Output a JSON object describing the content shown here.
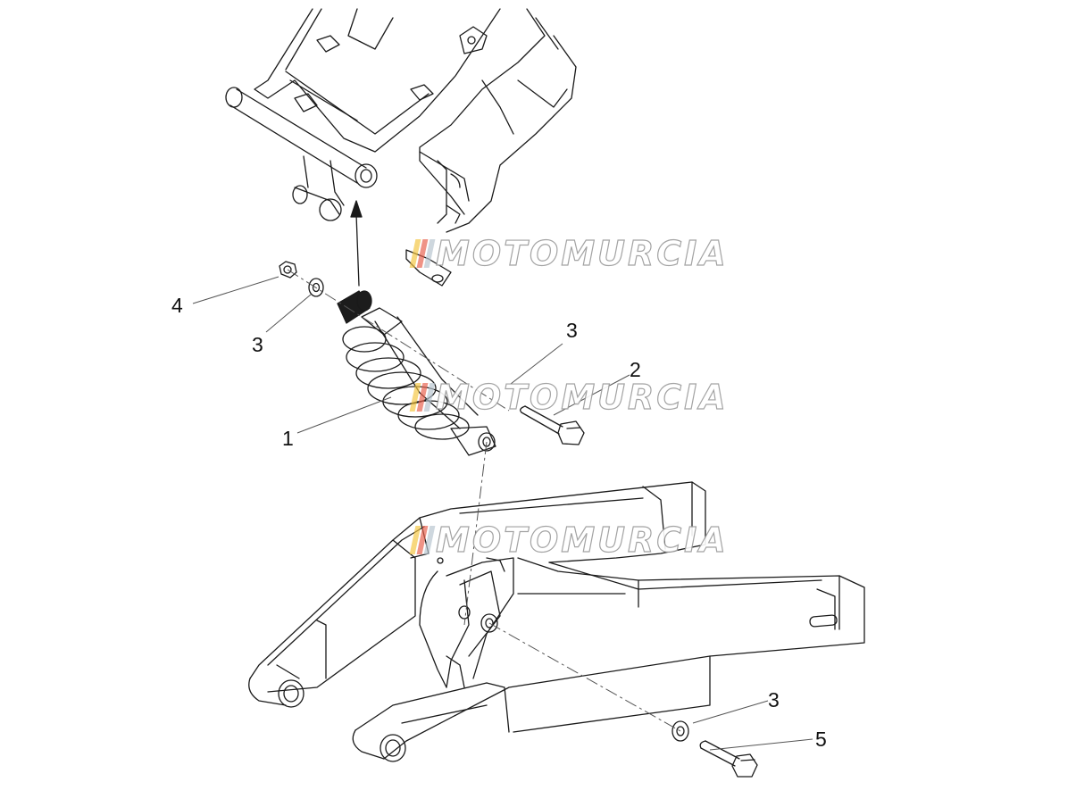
{
  "diagram": {
    "callouts": [
      {
        "id": "c1",
        "label": "1"
      },
      {
        "id": "c2",
        "label": "2"
      },
      {
        "id": "c3a",
        "label": "3"
      },
      {
        "id": "c3b",
        "label": "3"
      },
      {
        "id": "c3c",
        "label": "3"
      },
      {
        "id": "c4",
        "label": "4"
      },
      {
        "id": "c5",
        "label": "5"
      }
    ],
    "watermark": {
      "text": "MOTOMURCIA",
      "flag_colors": [
        "#f4c542",
        "#e8604c",
        "#b7c4cf"
      ]
    },
    "colors": {
      "line": "#1a1a1a",
      "shock_top": "#1c1c1c",
      "callout_line": "#555555"
    }
  }
}
